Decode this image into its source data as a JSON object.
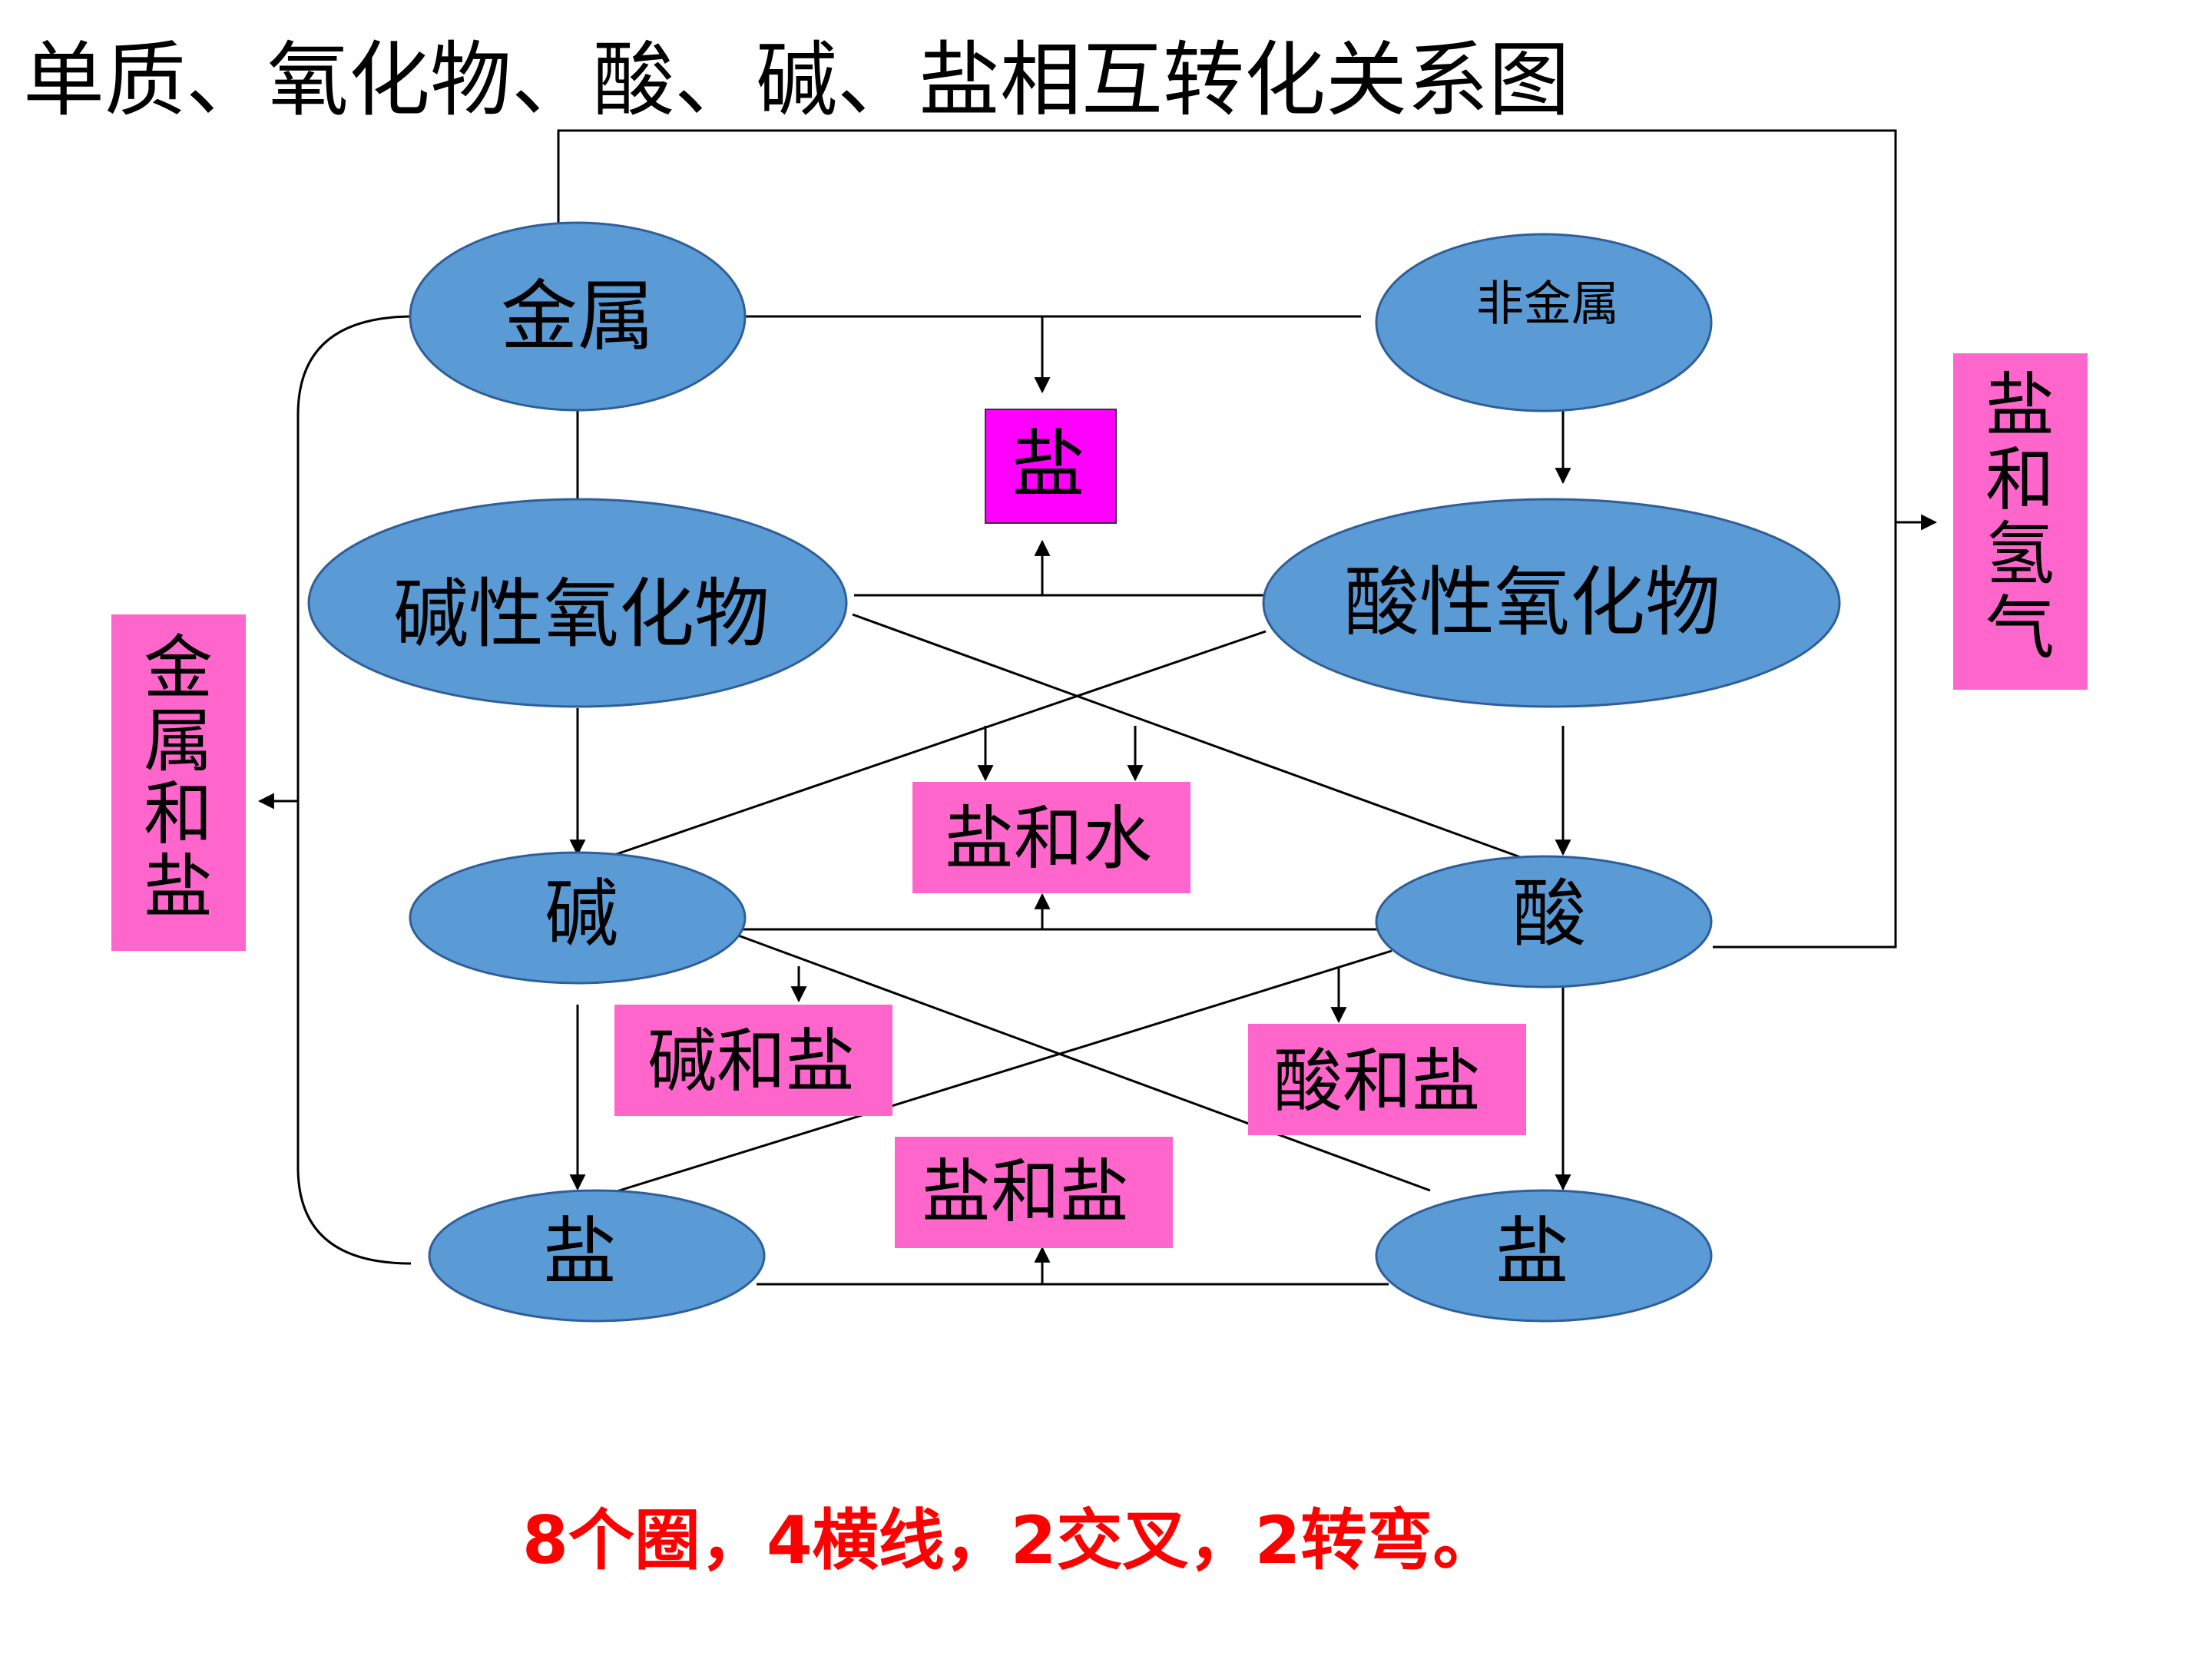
{
  "title": "单质、氧化物、酸、碱、盐相互转化关系图",
  "footer": "8个圈，4横线，2交叉，2转弯。",
  "colors": {
    "ellipse_fill": "#5b9bd5",
    "ellipse_stroke": "#2e5f9a",
    "box_pink": "#ff66cc",
    "box_magenta": "#ff00ff",
    "line": "#000000",
    "footer_text": "#ff0000"
  },
  "nodes": {
    "metal": "金属",
    "nonmetal": "非金属",
    "basic_oxide": "碱性氧化物",
    "acidic_oxide": "酸性氧化物",
    "base": "碱",
    "acid": "酸",
    "salt_left": "盐",
    "salt_right": "盐"
  },
  "products": {
    "salt_top": "盐",
    "salt_water": "盐和水",
    "base_salt": "碱和盐",
    "acid_salt": "酸和盐",
    "salt_salt": "盐和盐",
    "salt_hydrogen": [
      "盐",
      "和",
      "氢",
      "气"
    ],
    "metal_salt": [
      "金",
      "属",
      "和",
      "盐"
    ]
  }
}
